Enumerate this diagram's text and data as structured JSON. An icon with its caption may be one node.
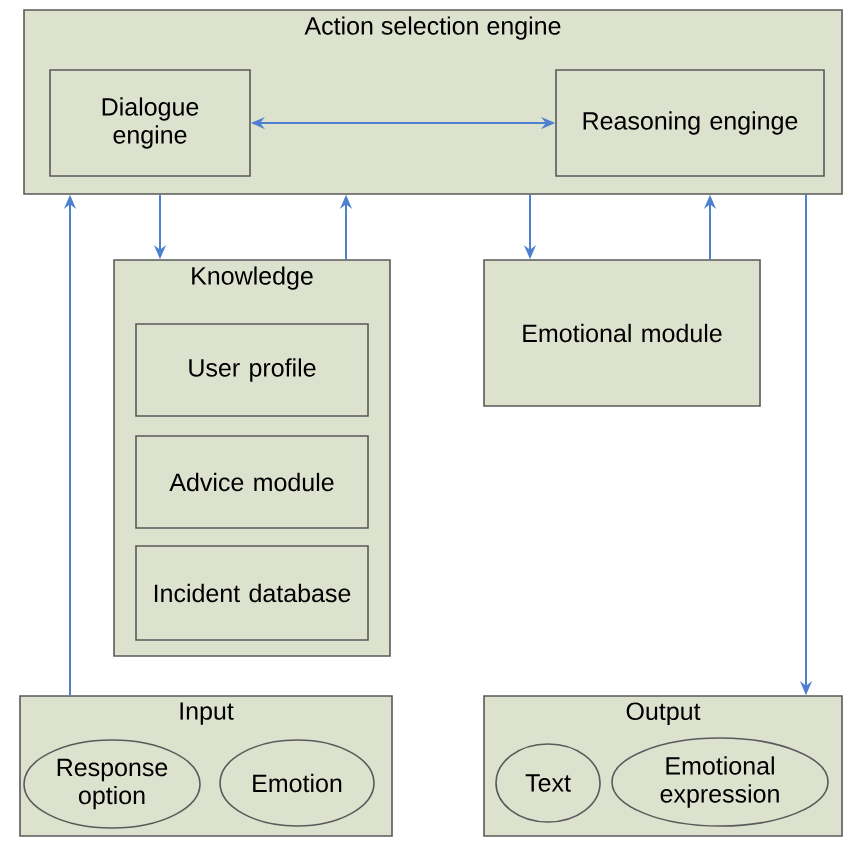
{
  "diagram": {
    "nodes": [
      {
        "text": [
          "Action selection engine"
        ]
      },
      {
        "text": [
          "Dialogue engine"
        ],
        "in": 0
      },
      {
        "text": [
          "Reasoning enginge"
        ],
        "in": 0
      },
      {
        "text": [
          "Knowledge"
        ]
      },
      {
        "text": [
          "User profile"
        ],
        "in": 3
      },
      {
        "text": [
          "Advice module"
        ],
        "in": 3
      },
      {
        "text": [
          "Incident database"
        ],
        "in": 3
      },
      {
        "text": [
          "Emotional module"
        ]
      },
      {
        "text": [
          "Input"
        ]
      },
      {
        "text": [
          "Response option"
        ],
        "in": 8
      },
      {
        "text": [
          "Emotion"
        ],
        "in": 8
      },
      {
        "text": [
          "Output"
        ]
      },
      {
        "text": [
          "Text"
        ],
        "in": 11
      },
      {
        "text": [
          "Emotional expression"
        ],
        "in": 11
      }
    ],
    "edges": [
      {
        "from": 1,
        "to": 2,
        "arrow": "both"
      },
      {
        "from": 0,
        "to": 3,
        "arrow": "to"
      },
      {
        "from": 3,
        "to": 0,
        "arrow": "to"
      },
      {
        "from": 0,
        "to": 7,
        "arrow": "to"
      },
      {
        "from": 7,
        "to": 0,
        "arrow": "to"
      },
      {
        "from": 8,
        "to": 0,
        "arrow": "to"
      },
      {
        "from": 0,
        "to": 11,
        "arrow": "to"
      }
    ]
  }
}
